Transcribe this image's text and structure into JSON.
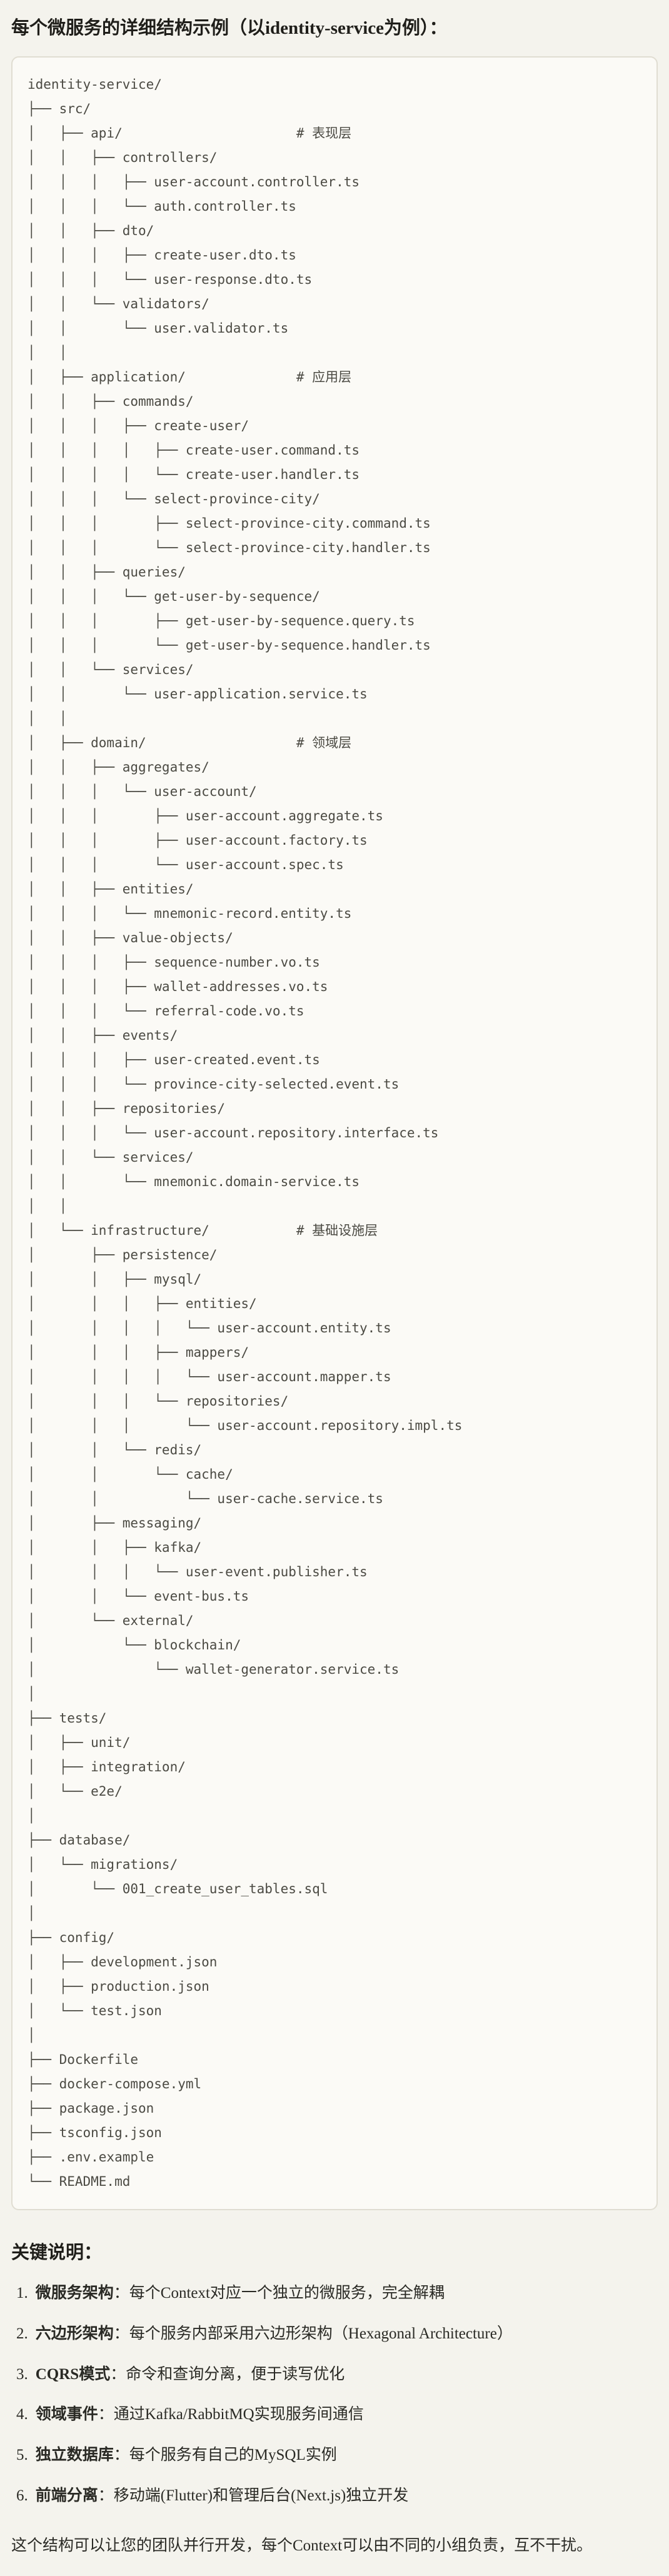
{
  "page": {
    "title": "每个微服务的详细结构示例（以identity-service为例）："
  },
  "code": {
    "lines": [
      "identity-service/",
      "├── src/",
      "│   ├── api/                      # 表现层",
      "│   │   ├── controllers/",
      "│   │   │   ├── user-account.controller.ts",
      "│   │   │   └── auth.controller.ts",
      "│   │   ├── dto/",
      "│   │   │   ├── create-user.dto.ts",
      "│   │   │   └── user-response.dto.ts",
      "│   │   └── validators/",
      "│   │       └── user.validator.ts",
      "│   │",
      "│   ├── application/              # 应用层",
      "│   │   ├── commands/",
      "│   │   │   ├── create-user/",
      "│   │   │   │   ├── create-user.command.ts",
      "│   │   │   │   └── create-user.handler.ts",
      "│   │   │   └── select-province-city/",
      "│   │   │       ├── select-province-city.command.ts",
      "│   │   │       └── select-province-city.handler.ts",
      "│   │   ├── queries/",
      "│   │   │   └── get-user-by-sequence/",
      "│   │   │       ├── get-user-by-sequence.query.ts",
      "│   │   │       └── get-user-by-sequence.handler.ts",
      "│   │   └── services/",
      "│   │       └── user-application.service.ts",
      "│   │",
      "│   ├── domain/                   # 领域层",
      "│   │   ├── aggregates/",
      "│   │   │   └── user-account/",
      "│   │   │       ├── user-account.aggregate.ts",
      "│   │   │       ├── user-account.factory.ts",
      "│   │   │       └── user-account.spec.ts",
      "│   │   ├── entities/",
      "│   │   │   └── mnemonic-record.entity.ts",
      "│   │   ├── value-objects/",
      "│   │   │   ├── sequence-number.vo.ts",
      "│   │   │   ├── wallet-addresses.vo.ts",
      "│   │   │   └── referral-code.vo.ts",
      "│   │   ├── events/",
      "│   │   │   ├── user-created.event.ts",
      "│   │   │   └── province-city-selected.event.ts",
      "│   │   ├── repositories/",
      "│   │   │   └── user-account.repository.interface.ts",
      "│   │   └── services/",
      "│   │       └── mnemonic.domain-service.ts",
      "│   │",
      "│   └── infrastructure/           # 基础设施层",
      "│       ├── persistence/",
      "│       │   ├── mysql/",
      "│       │   │   ├── entities/",
      "│       │   │   │   └── user-account.entity.ts",
      "│       │   │   ├── mappers/",
      "│       │   │   │   └── user-account.mapper.ts",
      "│       │   │   └── repositories/",
      "│       │   │       └── user-account.repository.impl.ts",
      "│       │   └── redis/",
      "│       │       └── cache/",
      "│       │           └── user-cache.service.ts",
      "│       ├── messaging/",
      "│       │   ├── kafka/",
      "│       │   │   └── user-event.publisher.ts",
      "│       │   └── event-bus.ts",
      "│       └── external/",
      "│           └── blockchain/",
      "│               └── wallet-generator.service.ts",
      "│",
      "├── tests/",
      "│   ├── unit/",
      "│   ├── integration/",
      "│   └── e2e/",
      "│",
      "├── database/",
      "│   └── migrations/",
      "│       └── 001_create_user_tables.sql",
      "│",
      "├── config/",
      "│   ├── development.json",
      "│   ├── production.json",
      "│   └── test.json",
      "│",
      "├── Dockerfile",
      "├── docker-compose.yml",
      "├── package.json",
      "├── tsconfig.json",
      "├── .env.example",
      "└── README.md"
    ]
  },
  "notes": {
    "heading": "关键说明：",
    "items": [
      {
        "num": "1.",
        "label": "微服务架构",
        "text": "：每个Context对应一个独立的微服务，完全解耦"
      },
      {
        "num": "2.",
        "label": "六边形架构",
        "text": "：每个服务内部采用六边形架构（Hexagonal Architecture）"
      },
      {
        "num": "3.",
        "label": "CQRS模式",
        "text": "：命令和查询分离，便于读写优化"
      },
      {
        "num": "4.",
        "label": "领域事件",
        "text": "：通过Kafka/RabbitMQ实现服务间通信"
      },
      {
        "num": "5.",
        "label": "独立数据库",
        "text": "：每个服务有自己的MySQL实例"
      },
      {
        "num": "6.",
        "label": "前端分离",
        "text": "：移动端(Flutter)和管理后台(Next.js)独立开发"
      }
    ],
    "footer": "这个结构可以让您的团队并行开发，每个Context可以由不同的小组负责，互不干扰。"
  }
}
